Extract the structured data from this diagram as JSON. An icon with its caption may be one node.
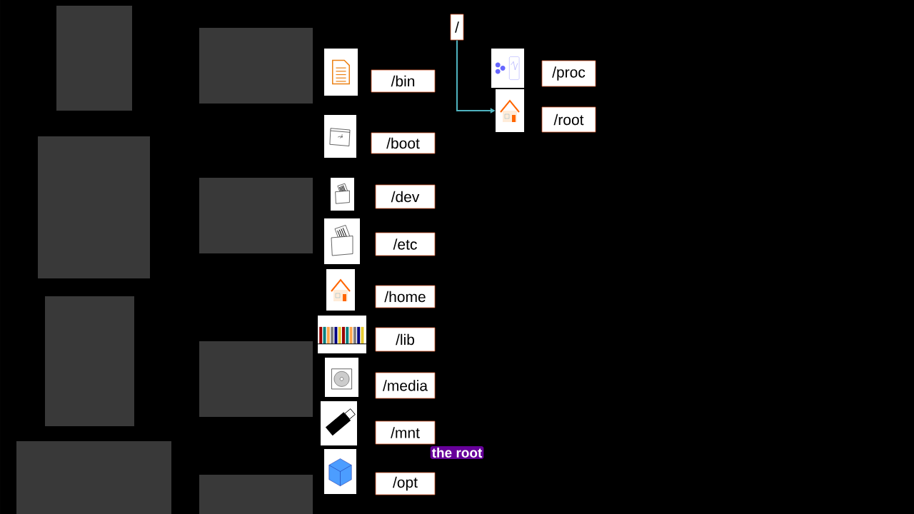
{
  "diagram": {
    "nodes": [
      {
        "text": [
          "/"
        ]
      },
      {
        "text": [],
        "shape": "picture"
      },
      {
        "text": [
          "/bin"
        ]
      },
      {
        "text": [],
        "shape": "picture"
      },
      {
        "text": [
          "/boot"
        ]
      },
      {
        "text": [],
        "shape": "picture"
      },
      {
        "text": [
          "/dev"
        ]
      },
      {
        "text": [],
        "shape": "picture"
      },
      {
        "text": [
          "/etc"
        ]
      },
      {
        "text": [],
        "shape": "picture"
      },
      {
        "text": [
          "/home"
        ]
      },
      {
        "text": [],
        "shape": "picture"
      },
      {
        "text": [
          "/lib"
        ]
      },
      {
        "text": [],
        "shape": "picture"
      },
      {
        "text": [
          "/media"
        ]
      },
      {
        "text": [],
        "shape": "picture"
      },
      {
        "text": [
          "/mnt"
        ]
      },
      {
        "text": [],
        "shape": "picture"
      },
      {
        "text": [
          "/opt"
        ]
      },
      {
        "text": [],
        "shape": "picture"
      },
      {
        "text": [
          "/proc"
        ]
      },
      {
        "text": [],
        "shape": "picture"
      },
      {
        "text": [
          "/root"
        ]
      }
    ],
    "edges": [
      {
        "from": 0,
        "to": 21,
        "arrow": "to",
        "color": "#4fb3bf"
      }
    ],
    "labels": [
      "the root"
    ]
  }
}
